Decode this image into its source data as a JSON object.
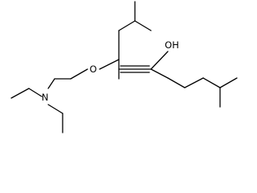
{
  "structure": {
    "atom_labels": {
      "oxygen_ether": "O",
      "nitrogen": "N",
      "hydroxyl": "OH"
    }
  }
}
